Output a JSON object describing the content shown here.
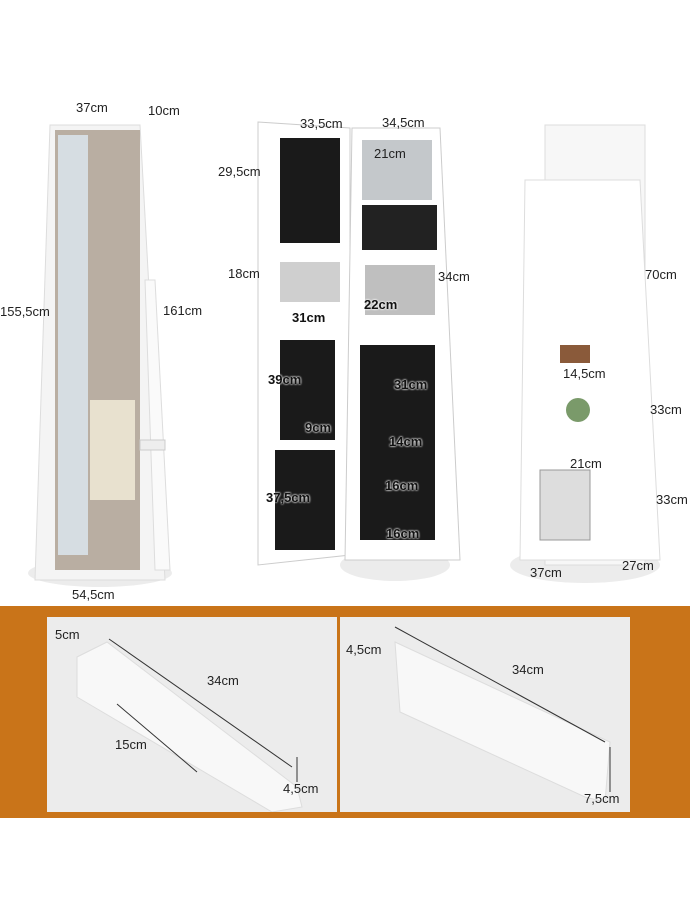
{
  "product_views": {
    "mirror_view": {
      "width": "37cm",
      "depth": "10cm",
      "mirror_height": "155,5cm",
      "total_height": "161cm",
      "base": "54,5cm"
    },
    "open_view": {
      "door_width": "33,5cm",
      "cabinet_width": "34,5cm",
      "upper_height": "29,5cm",
      "mirror_small": "21cm",
      "section_18": "18cm",
      "cabinet_height": "34cm",
      "mirror_22": "22cm",
      "width_31a": "31cm",
      "panel_39": "39cm",
      "panel_31": "31cm",
      "gap_9": "9cm",
      "shelf_14": "14cm",
      "panel_37": "37,5cm",
      "shelf_16a": "16cm",
      "shelf_16b": "16cm"
    },
    "back_view": {
      "upper": "70cm",
      "shelf_depth": "14,5cm",
      "mid": "33cm",
      "shelf_width": "21cm",
      "lower": "33cm",
      "base_width": "37cm",
      "base_depth": "27cm"
    }
  },
  "accessories": {
    "left": {
      "depth": "5cm",
      "length": "34cm",
      "compartment": "15cm",
      "height": "4,5cm"
    },
    "right": {
      "depth": "4,5cm",
      "length": "34cm",
      "height": "7,5cm"
    }
  },
  "colors": {
    "band": "#c97419",
    "panel": "#ececec",
    "cabinet": "#ffffff",
    "lining": "#1a1a1a"
  }
}
